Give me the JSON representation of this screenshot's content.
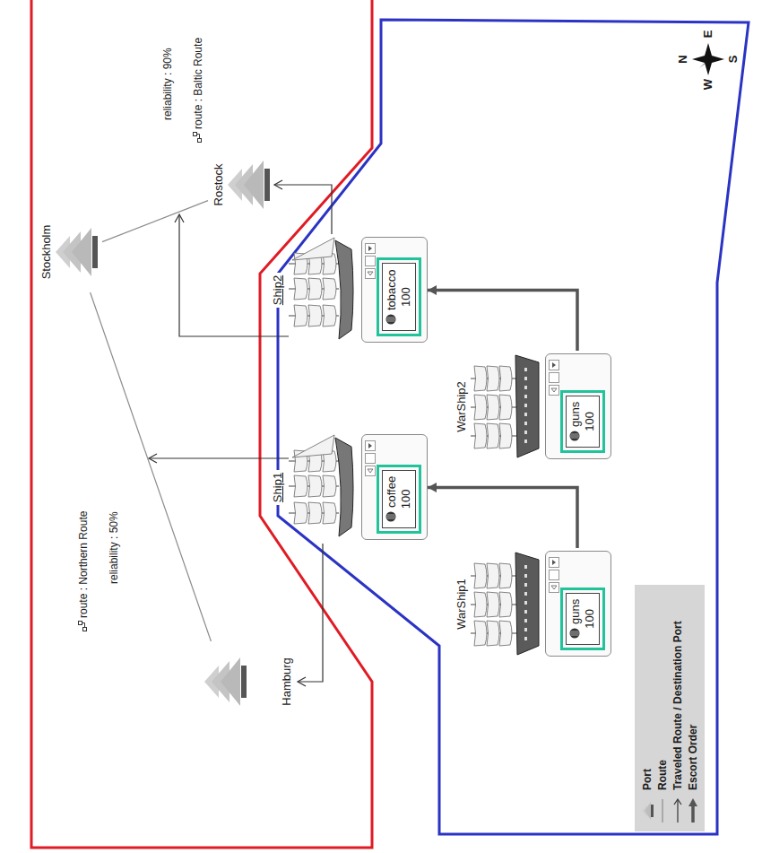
{
  "diagram": {
    "nodes": [
      {
        "text": [
          "Stockholm"
        ]
      },
      {
        "text": [
          "Rostock"
        ]
      },
      {
        "text": [
          "Hamburg"
        ]
      },
      {
        "text": [
          "Ship1"
        ]
      },
      {
        "text": [
          "coffee",
          "100"
        ],
        "in": 3
      },
      {
        "text": [
          "Ship2"
        ]
      },
      {
        "text": [
          "tobacco",
          "100"
        ],
        "in": 5
      },
      {
        "text": [
          "WarShip1"
        ]
      },
      {
        "text": [
          "guns",
          "100"
        ],
        "in": 7
      },
      {
        "text": [
          "WarShip2"
        ]
      },
      {
        "text": [
          "guns",
          "100"
        ],
        "in": 9
      }
    ],
    "edges": [
      {
        "from": 0,
        "to": 1,
        "arrow": "none",
        "label": "route : Baltic Route"
      },
      {
        "from": 0,
        "to": 2,
        "arrow": "none",
        "label": "route : Northern Route"
      },
      {
        "from": 3,
        "to": 2,
        "arrow": "to"
      },
      {
        "from": 5,
        "to": 1,
        "arrow": "to"
      },
      {
        "from": 7,
        "to": 3,
        "arrow": "to"
      },
      {
        "from": 9,
        "to": 5,
        "arrow": "to"
      }
    ],
    "labels": [
      "reliability : 90%",
      "reliability : 50%",
      "N",
      "E",
      "S",
      "W"
    ],
    "legend": [
      {
        "text": "Port"
      },
      {
        "text": "Route"
      },
      {
        "text": "Traveled Route / Destination Port"
      },
      {
        "text": "Escort Order"
      }
    ]
  }
}
